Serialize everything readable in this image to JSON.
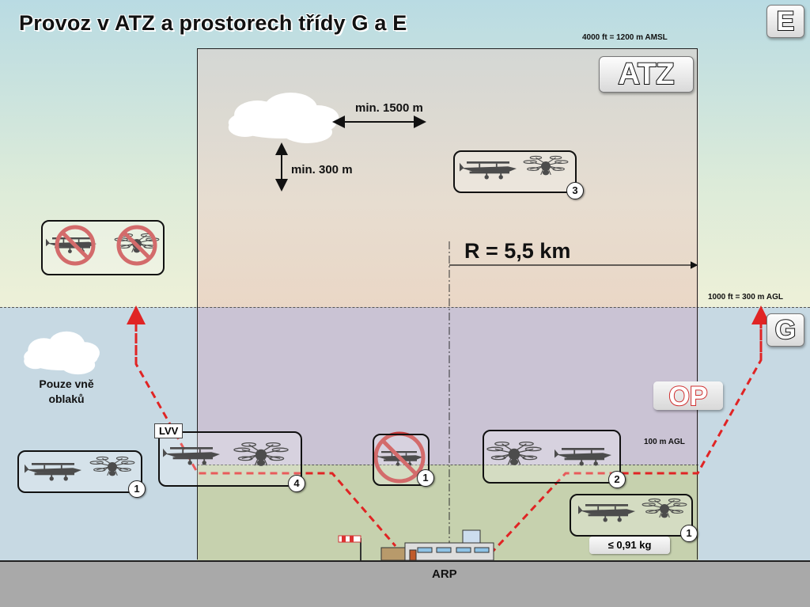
{
  "title": "Provoz v ATZ a prostorech třídy G a E",
  "altitude_top": "4000 ft = 1200 m AMSL",
  "altitude_mid": "1000 ft = 300 m AGL",
  "altitude_low": "100 m AGL",
  "class_e": "E",
  "class_g": "G",
  "atz_badge": "ATZ",
  "op_badge": "OP",
  "cloud_horizontal": "min. 1500 m",
  "cloud_vertical": "min. 300 m",
  "radius": "R = 5,5 km",
  "outside_clouds": "Pouze vně oblaků",
  "lvv": "LVV",
  "arp": "ARP",
  "weight_limit": "≤ 0,91 kg",
  "markers": {
    "m1": "1",
    "m2": "2",
    "m3": "3",
    "m4": "4"
  },
  "colors": {
    "route": "#e02424",
    "prohibited": "#c43a3a",
    "op_outline": "#d03030"
  }
}
